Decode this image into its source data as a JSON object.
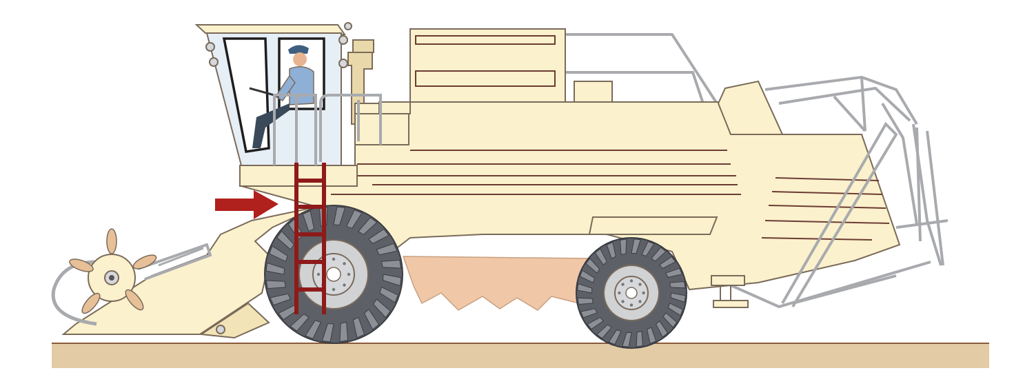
{
  "colors": {
    "background": "#ffffff",
    "body": "#fbf1cc",
    "body_shadow": "#f2e4b6",
    "outline": "#7a6a5a",
    "trim": "#6b3b33",
    "ground": "#e3cba5",
    "ground_line": "#8a5a3a",
    "undercarriage": "#f0c8a8",
    "tyre": "#5d6167",
    "tyre_tread": "#8c9096",
    "hub": "#d6d8db",
    "glass": "#e6eef6",
    "ladder": "#8e1a1a",
    "arrow": "#b0201c",
    "rail": "#a8aaae",
    "pipe": "#e9d8a9",
    "reel_tine": "#e7c098",
    "operator_shirt": "#8fb0d6",
    "operator_cap": "#3f5e80",
    "skin": "#e7b48f",
    "dark_panel": "#d0d2d4"
  },
  "illustration": {
    "subject": "combine-harvester",
    "view": "side",
    "highlight": "entry-ladder",
    "pointer": "right-arrow"
  }
}
